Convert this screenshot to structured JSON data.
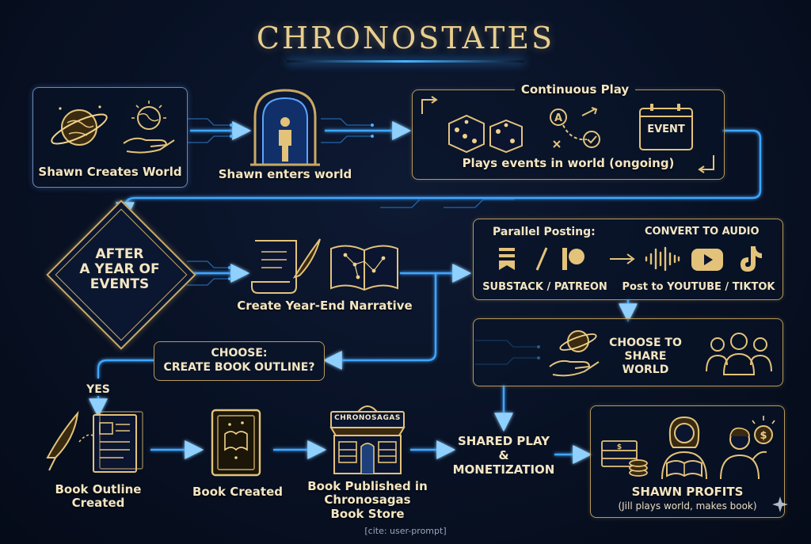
{
  "title": "CHRONOSTATES",
  "nodes": {
    "create_world": "Shawn Creates World",
    "enter_world": "Shawn enters world",
    "continuous_play": {
      "title": "Continuous Play",
      "event_icon": "EVENT",
      "caption": "Plays events in world (ongoing)"
    },
    "decision_year": [
      "AFTER",
      "A YEAR OF",
      "EVENTS"
    ],
    "year_end_narrative": "Create Year-End Narrative",
    "parallel_posting": {
      "title": "Parallel Posting:",
      "convert": "CONVERT TO AUDIO",
      "substack": "SUBSTACK / PATREON",
      "post_video": "Post to YOUTUBE / TIKTOK"
    },
    "choose_share": [
      "CHOOSE TO",
      "SHARE WORLD"
    ],
    "choose_outline": [
      "CHOOSE:",
      "CREATE BOOK OUTLINE?"
    ],
    "yes": "YES",
    "book_outline": [
      "Book Outline",
      "Created"
    ],
    "book_created": "Book Created",
    "store_sign": "CHRONOSAGAS",
    "book_published": [
      "Book Published in",
      "Chronosagas",
      "Book Store"
    ],
    "shared_play": [
      "SHARED PLAY",
      "&",
      "MONETIZATION"
    ],
    "shawn_profits": {
      "title": "SHAWN PROFITS",
      "subtitle": "(Jill plays world, makes book)"
    }
  },
  "citation": "[cite: user-prompt]",
  "colors": {
    "gold": "#e9cf8e",
    "gold_line": "#b89a5a",
    "glow_blue": "#49b4ff",
    "background": "#081124"
  }
}
